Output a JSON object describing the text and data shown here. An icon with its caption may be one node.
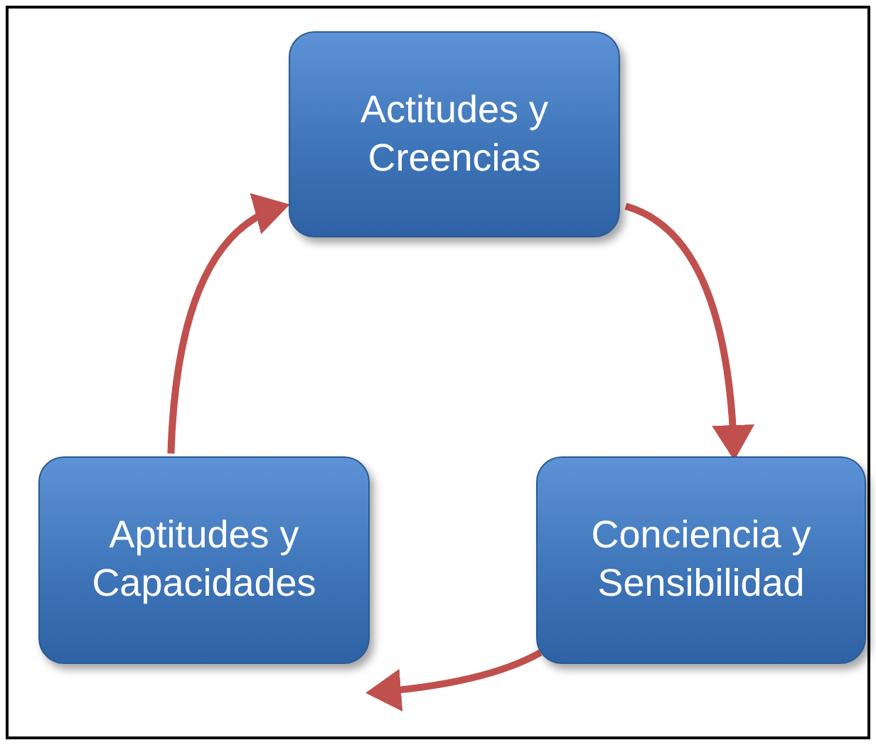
{
  "diagram": {
    "nodes": [
      {
        "text": [
          "Actitudes y Creencias"
        ]
      },
      {
        "text": [
          "Aptitudes y Capacidades"
        ]
      },
      {
        "text": [
          "Conciencia y Sensibilidad"
        ]
      }
    ],
    "edges": [
      {
        "from": 0,
        "to": 2,
        "arrow": "to"
      },
      {
        "from": 2,
        "to": 1,
        "arrow": "to"
      },
      {
        "from": 1,
        "to": 0,
        "arrow": "to"
      }
    ]
  }
}
